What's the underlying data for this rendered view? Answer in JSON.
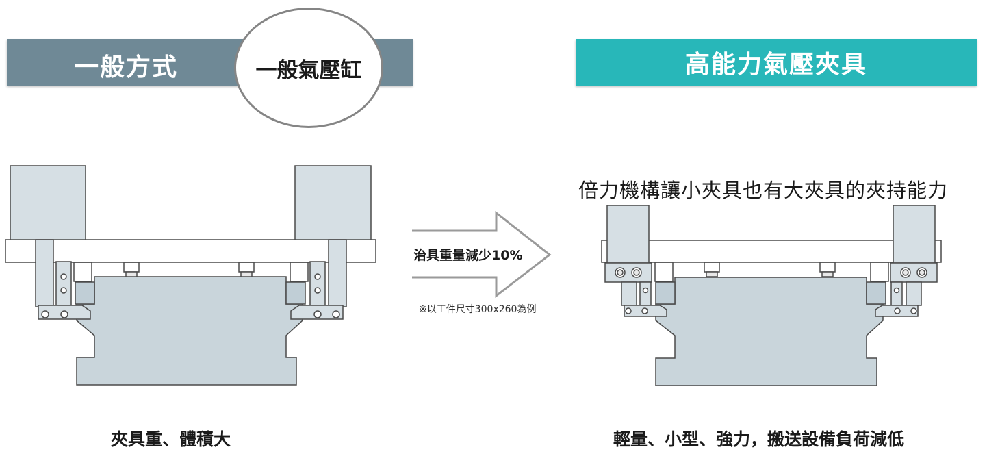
{
  "left_panel": {
    "banner_title": "一般方式",
    "circle_label": "一般氣壓缸",
    "caption": "夾具重、體積大"
  },
  "right_panel": {
    "banner_title": "高能力氣壓夾具",
    "headline": "倍力機構讓小夾具也有大夾具的夾持能力",
    "caption": "輕量、小型、強力，搬送設備負荷減低"
  },
  "arrow": {
    "label": "治具重量減少10%",
    "note": "※以工件尺寸300x260為例"
  },
  "colors": {
    "left_banner": "#6f8996",
    "right_banner": "#28b7b9",
    "fixture_fill": "#cdd8de",
    "part_fill": "#c9d5db",
    "outline": "#4a4a4a"
  }
}
